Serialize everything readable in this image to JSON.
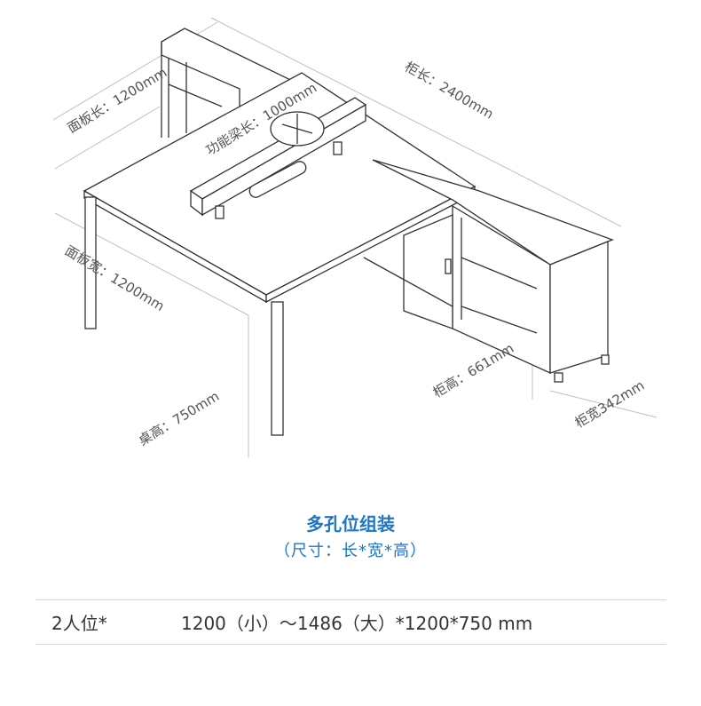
{
  "dimensions": {
    "panel_length": "面板长：1200mm",
    "beam_length": "功能梁长：1000mm",
    "cabinet_length": "柜长：2400mm",
    "panel_width": "面板宽：1200mm",
    "desk_height": "桌高：750mm",
    "cabinet_height": "柜高：661mm",
    "cabinet_width": "柜宽342mm"
  },
  "info": {
    "title": "多孔位组装",
    "subtitle": "（尺寸：长*宽*高）"
  },
  "table": {
    "rows": [
      {
        "label": "2人位*",
        "value": "1200（小）～1486（大）*1200*750 mm"
      }
    ]
  },
  "colors": {
    "accent": "#1f76c8",
    "line": "#333333",
    "dim_line": "#bbbbbb"
  }
}
